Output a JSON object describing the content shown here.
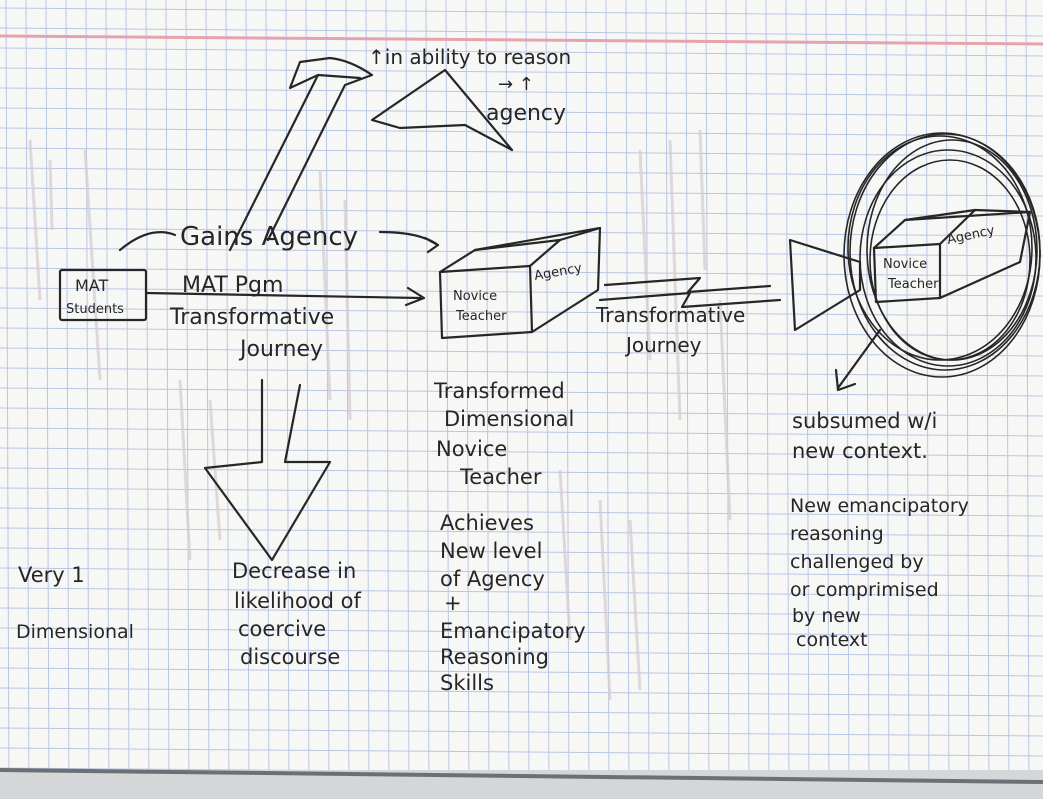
{
  "page": {
    "colors": {
      "paper": "#f7f8f6",
      "grid": "#b9c6e3",
      "margin_line": "#e6a3ad",
      "ink": "#262626",
      "bleed": "#d8cfd2"
    }
  },
  "top": {
    "reason": "↑in ability to reason",
    "arrow": "→ ↑",
    "agency": "agency"
  },
  "gains": "Gains Agency",
  "students": {
    "line1": "MAT",
    "line2": "Students"
  },
  "pgm": {
    "line1": "MAT Pgm",
    "line2": "Transformative",
    "line3": "Journey"
  },
  "box1": {
    "novice": "Novice",
    "teacher": "Teacher",
    "agency": "Agency"
  },
  "journey2": {
    "line1": "Transformative",
    "line2": "Journey"
  },
  "box2": {
    "novice": "Novice",
    "teacher": "Teacher",
    "agency": "Agency"
  },
  "transformed": {
    "l1": "Transformed",
    "l2": "Dimensional",
    "l3": "Novice",
    "l4": "Teacher"
  },
  "achieves": {
    "l1": "Achieves",
    "l2": "New level",
    "l3": "of Agency",
    "l4": "+",
    "l5": "Emancipatory",
    "l6": "Reasoning",
    "l7": "Skills"
  },
  "very": {
    "l1": "Very 1",
    "l2": "Dimensional"
  },
  "decrease": {
    "l1": "Decrease in",
    "l2": "likelihood of",
    "l3": "coercive",
    "l4": "discourse"
  },
  "subsumed": {
    "l1": "subsumed w/i",
    "l2": "new context."
  },
  "emancipatory": {
    "l1": "New emancipatory",
    "l2": "reasoning",
    "l3": "challenged by",
    "l4": "or comprimised",
    "l5": "by new",
    "l6": "context"
  }
}
